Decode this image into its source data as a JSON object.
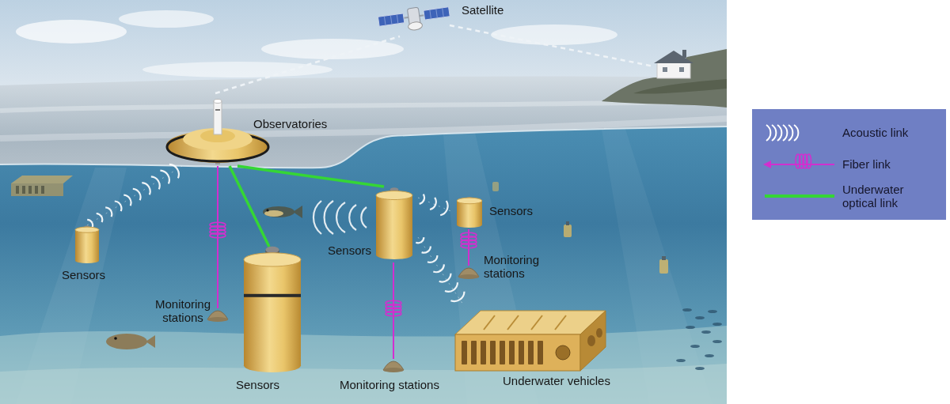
{
  "diagram": {
    "nodes": [
      {
        "text": [
          "Satellite"
        ]
      },
      {
        "text": [
          "Observatories"
        ]
      },
      {
        "text": [
          "Sensors"
        ]
      },
      {
        "text": [
          "Sensors"
        ]
      },
      {
        "text": [
          "Sensors"
        ]
      },
      {
        "text": [
          "Sensors"
        ]
      },
      {
        "text": [
          "Monitoring stations"
        ]
      },
      {
        "text": [
          "Monitoring stations"
        ]
      },
      {
        "text": [
          "Underwater vehicles"
        ]
      },
      {
        "text": [
          "Monitoring stations"
        ]
      }
    ],
    "edges": [
      {
        "from": 1,
        "to": 0,
        "arrow": "none"
      },
      {
        "from": 4,
        "to": 1,
        "arrow": "none"
      },
      {
        "from": 1,
        "to": 2,
        "arrow": "none"
      },
      {
        "from": 1,
        "to": 5,
        "arrow": "none"
      },
      {
        "from": 1,
        "to": 7,
        "arrow": "none"
      },
      {
        "from": 2,
        "to": 3,
        "arrow": "none"
      },
      {
        "from": 2,
        "to": 8,
        "arrow": "none"
      },
      {
        "from": 2,
        "to": 9,
        "arrow": "none"
      },
      {
        "from": 3,
        "to": 6,
        "arrow": "none"
      }
    ],
    "legend": [
      {
        "text": "Acoustic link"
      },
      {
        "text": "Fiber link"
      },
      {
        "text": "Underwater optical link"
      }
    ]
  }
}
